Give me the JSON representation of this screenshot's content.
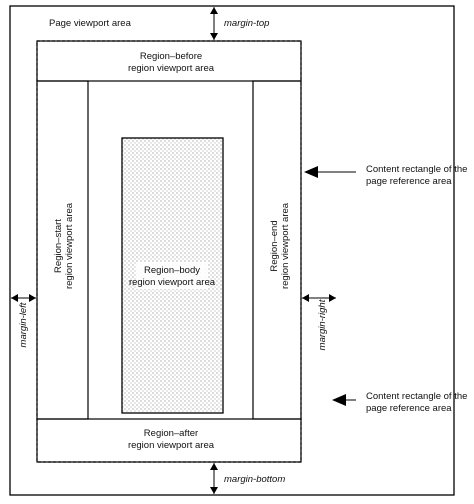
{
  "labels": {
    "page_viewport": "Page viewport area",
    "margin_top": "margin-top",
    "margin_bottom": "margin-bottom",
    "margin_left": "margin-left",
    "margin_right": "margin-right",
    "region_before": [
      "Region–before",
      "region viewport area"
    ],
    "region_after": [
      "Region–after",
      "region viewport area"
    ],
    "region_start": [
      "Region–start",
      "region viewport area"
    ],
    "region_end": [
      "Region–end",
      "region viewport area"
    ],
    "region_body": [
      "Region–body",
      "region viewport area"
    ],
    "content_rect_top": [
      "Content rectangle of the",
      "page reference area"
    ],
    "content_rect_bottom": [
      "Content rectangle of the",
      "page reference area"
    ]
  }
}
